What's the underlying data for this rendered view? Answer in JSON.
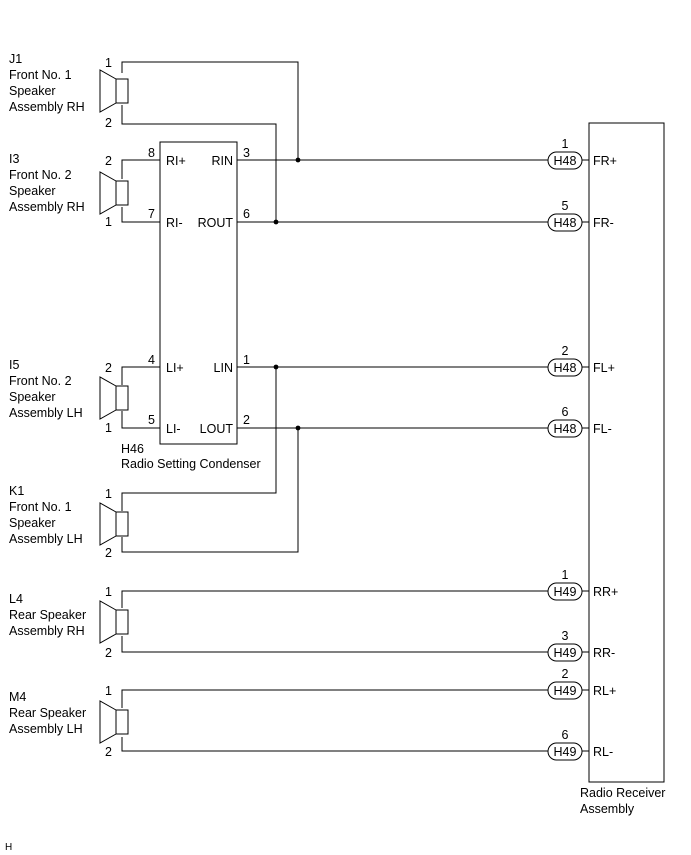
{
  "speakers": [
    {
      "id": "J1",
      "name_lines": [
        "Front No. 1",
        "Speaker",
        "Assembly RH"
      ],
      "pin_top": "1",
      "pin_bottom": "2"
    },
    {
      "id": "I3",
      "name_lines": [
        "Front No. 2",
        "Speaker",
        "Assembly RH"
      ],
      "pin_top": "2",
      "pin_bottom": "1"
    },
    {
      "id": "I5",
      "name_lines": [
        "Front No. 2",
        "Speaker",
        "Assembly LH"
      ],
      "pin_top": "2",
      "pin_bottom": "1"
    },
    {
      "id": "K1",
      "name_lines": [
        "Front No. 1",
        "Speaker",
        "Assembly LH"
      ],
      "pin_top": "1",
      "pin_bottom": "2"
    },
    {
      "id": "L4",
      "name_lines": [
        "Rear Speaker",
        "Assembly RH"
      ],
      "pin_top": "1",
      "pin_bottom": "2"
    },
    {
      "id": "M4",
      "name_lines": [
        "Rear Speaker",
        "Assembly LH"
      ],
      "pin_top": "1",
      "pin_bottom": "2"
    }
  ],
  "condenser": {
    "id": "H46",
    "name": "Radio Setting Condenser",
    "left_pins": [
      {
        "num": "8",
        "label": "RI+"
      },
      {
        "num": "7",
        "label": "RI-"
      },
      {
        "num": "4",
        "label": "LI+"
      },
      {
        "num": "5",
        "label": "LI-"
      }
    ],
    "right_pins": [
      {
        "num": "3",
        "label": "RIN"
      },
      {
        "num": "6",
        "label": "ROUT"
      },
      {
        "num": "1",
        "label": "LIN"
      },
      {
        "num": "2",
        "label": "LOUT"
      }
    ]
  },
  "receiver": {
    "name_lines": [
      "Radio Receiver",
      "Assembly"
    ],
    "pins": [
      {
        "connector": "H48",
        "num": "1",
        "label": "FR+"
      },
      {
        "connector": "H48",
        "num": "5",
        "label": "FR-"
      },
      {
        "connector": "H48",
        "num": "2",
        "label": "FL+"
      },
      {
        "connector": "H48",
        "num": "6",
        "label": "FL-"
      },
      {
        "connector": "H49",
        "num": "1",
        "label": "RR+"
      },
      {
        "connector": "H49",
        "num": "3",
        "label": "RR-"
      },
      {
        "connector": "H49",
        "num": "2",
        "label": "RL+"
      },
      {
        "connector": "H49",
        "num": "6",
        "label": "RL-"
      }
    ]
  },
  "footer_code": "H"
}
